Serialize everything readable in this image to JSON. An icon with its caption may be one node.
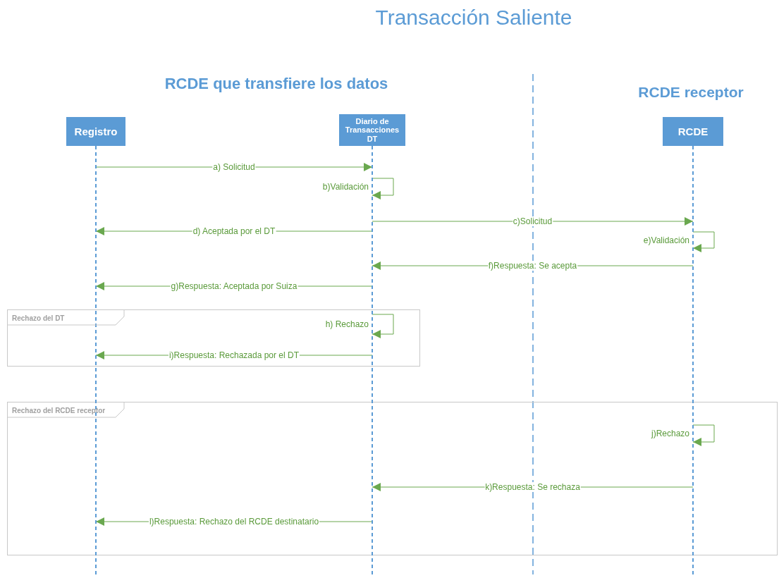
{
  "diagram": {
    "title": "Transacción Saliente",
    "nodes": [
      {
        "text": [
          "Registro"
        ]
      },
      {
        "text": [
          "Diario de Transacciones DT"
        ]
      },
      {
        "text": [
          "RCDE"
        ]
      },
      {
        "text": [
          "Rechazo del DT"
        ]
      },
      {
        "text": [
          "Rechazo del RCDE receptor"
        ]
      }
    ],
    "edges": [
      {
        "from": 0,
        "to": 1,
        "arrow": "to",
        "label": "a) Solicitud"
      },
      {
        "from": 1,
        "to": 1,
        "arrow": "to",
        "label": "b)Validación"
      },
      {
        "from": 1,
        "to": 2,
        "arrow": "to",
        "label": "c)Solicitud"
      },
      {
        "from": 1,
        "to": 0,
        "arrow": "to",
        "label": "d) Aceptada por el DT"
      },
      {
        "from": 2,
        "to": 2,
        "arrow": "to",
        "label": "e)Validación"
      },
      {
        "from": 2,
        "to": 1,
        "arrow": "to",
        "label": "f)Respuesta: Se acepta"
      },
      {
        "from": 1,
        "to": 0,
        "arrow": "to",
        "label": "g)Respuesta: Aceptada por Suiza"
      },
      {
        "from": 1,
        "to": 1,
        "arrow": "to",
        "label": "h) Rechazo"
      },
      {
        "from": 1,
        "to": 0,
        "arrow": "to",
        "label": "i)Respuesta: Rechazada por el DT"
      },
      {
        "from": 2,
        "to": 2,
        "arrow": "to",
        "label": "j)Rechazo"
      },
      {
        "from": 2,
        "to": 1,
        "arrow": "to",
        "label": "k)Respuesta: Se rechaza"
      },
      {
        "from": 1,
        "to": 0,
        "arrow": "to",
        "label": "l)Respuesta: Rechazo del RCDE destinatario"
      }
    ],
    "labels": [
      "RCDE que transfiere los datos",
      "RCDE receptor"
    ]
  }
}
